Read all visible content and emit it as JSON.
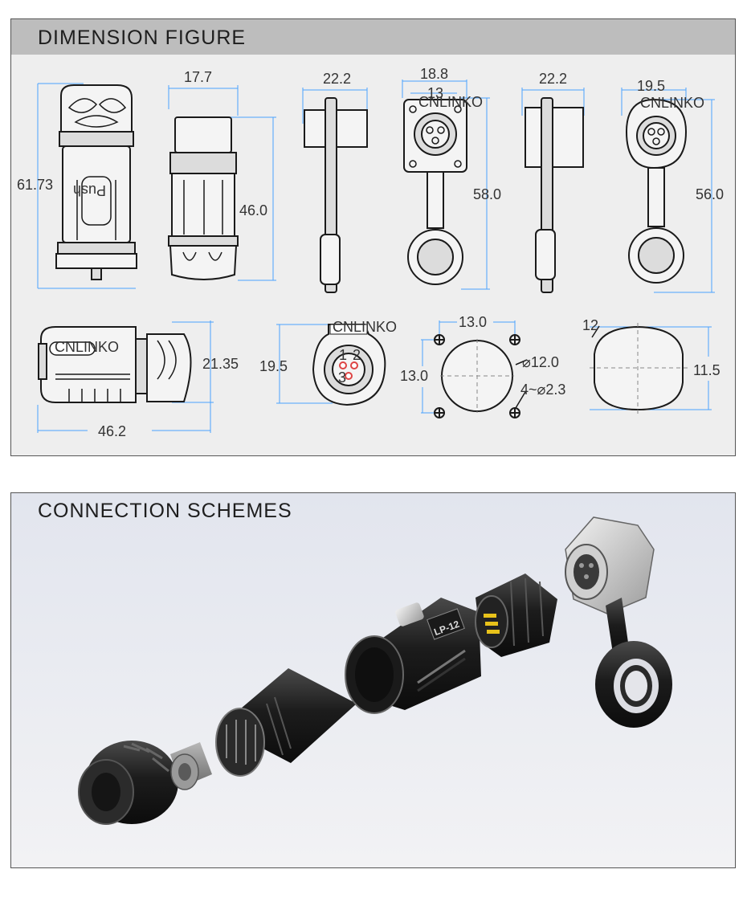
{
  "dimension_panel": {
    "title": "DIMENSION FIGURE",
    "labels": {
      "plug_height": "61.73",
      "plug_side_width": "17.7",
      "plug_side_height": "46.0",
      "rear_socket_side_width": "22.2",
      "rear_socket_front_outer": "18.8",
      "rear_socket_front_inner": "13",
      "rear_socket_height": "58.0",
      "front_socket_side_width": "22.2",
      "front_socket_front_width": "19.5",
      "front_socket_height": "56.0",
      "plug_top_height": "21.35",
      "plug_top_length": "46.2",
      "face_height": "19.5",
      "panel_cut_width": "13.0",
      "panel_cut_height": "13.0",
      "panel_cut_diameter": "⌀12.0",
      "panel_cut_holes": "4~⌀2.3",
      "round_cut_diameter": "12",
      "round_cut_flat": "11.5"
    },
    "face_pins": [
      "1",
      "2",
      "3"
    ],
    "brand_text": "CNLINKO",
    "push_text": "Push"
  },
  "connection_panel": {
    "title": "CONNECTION SCHEMES",
    "body_marking": "LP-12"
  },
  "colors": {
    "dimension_line": "#4aa3ff",
    "header_bg": "#bdbdbd",
    "pin_gold": "#e8c21a"
  }
}
